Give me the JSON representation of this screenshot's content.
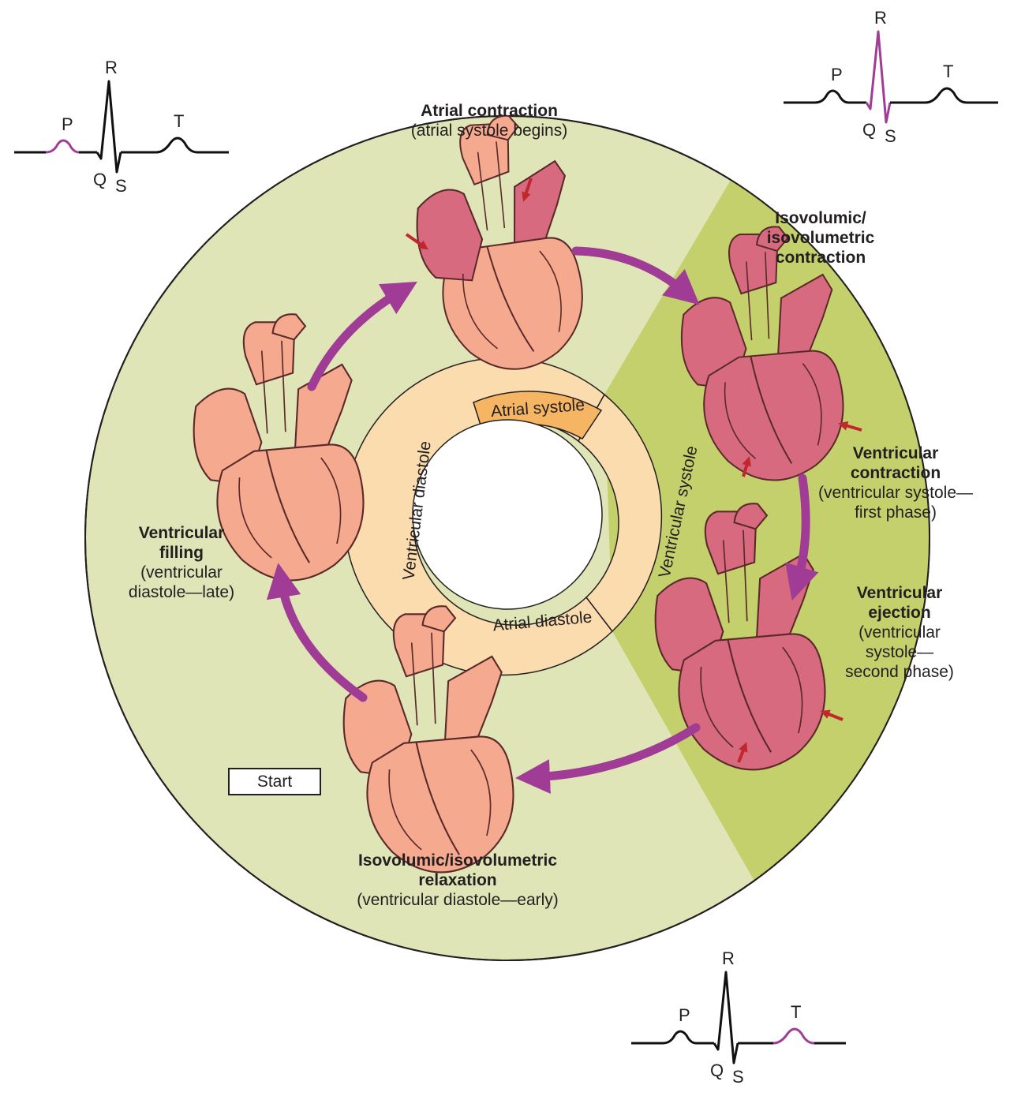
{
  "colors": {
    "diastole_bg": "#dfe5b6",
    "systole_bg": "#c4d06b",
    "ring_diastole": "#fadcae",
    "ring_systole": "#f5b563",
    "cycle_arrow": "#a03c96",
    "pressure_arrow": "#c1272d",
    "heart_relaxed": "#f5a98f",
    "heart_contracted": "#d76a7e",
    "ecg_highlight": "#a03c96"
  },
  "ring": {
    "atrial_systole": "Atrial systole",
    "atrial_diastole": "Atrial diastole",
    "ventricular_diastole": "Ventricular diastole",
    "ventricular_systole": "Ventricular systole"
  },
  "phases": {
    "atrial_contraction": {
      "title": "Atrial contraction",
      "subtitle": "(atrial systole begins)"
    },
    "isovolumic_contraction": {
      "title": "Isovolumic/\nisovolumetric\ncontraction",
      "subtitle": ""
    },
    "ventricular_contraction": {
      "title": "Ventricular\ncontraction",
      "subtitle": "(ventricular systole—\nfirst phase)"
    },
    "ventricular_ejection": {
      "title": "Ventricular\nejection",
      "subtitle": "(ventricular\nsystole—\nsecond phase)"
    },
    "isovolumic_relaxation": {
      "title": "Isovolumic/isovolumetric\nrelaxation",
      "subtitle": "(ventricular diastole—early)"
    },
    "ventricular_filling": {
      "title": "Ventricular\nfilling",
      "subtitle": "(ventricular\ndiastole—late)"
    }
  },
  "start_label": "Start",
  "ecg_waves": {
    "p": "P",
    "q": "Q",
    "r": "R",
    "s": "S",
    "t": "T"
  },
  "ecg_traces": [
    {
      "name": "top-left",
      "highlight": "P"
    },
    {
      "name": "top-right",
      "highlight": "QRS"
    },
    {
      "name": "bottom",
      "highlight": "T"
    }
  ]
}
